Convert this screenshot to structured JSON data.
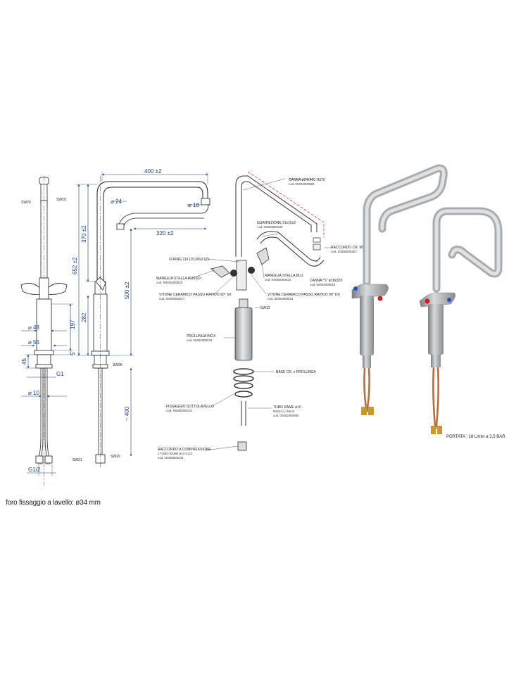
{
  "footer_note": "foro fissaggio a lavello: ø34 mm",
  "flow_note": "PORTATA : 18 L/min a 3,5 BAR",
  "front_view": {
    "dims": {
      "d48": "48",
      "d55": "55",
      "d10": "10",
      "h197": "197",
      "h5": "5",
      "h45": "45",
      "g1": "G1",
      "g12": "G1/2"
    },
    "labels": {
      "sw29_left": "SW29",
      "sw29_right": "SW29",
      "sw21": "SW21"
    }
  },
  "side_view": {
    "dims": {
      "w400": "400 ±2",
      "d24": "24",
      "d18": "18",
      "w320": "320 ±2",
      "h370": "370 ±2",
      "h652": "652 ±2",
      "h500": "500 ±2",
      "h282": "282",
      "h400": "~ 400"
    },
    "labels": {
      "sw36": "SW36",
      "sw20": "SW20"
    }
  },
  "parts": {
    "canna": [
      "CANNA ø24x400 H370",
      "cod. 00404000026"
    ],
    "guarnizione": [
      "GUARNIZIONE 21x15x2",
      "cod. 00303000130"
    ],
    "raccordo_cr": [
      "RACCORDO CR. M22x1",
      "cod. Z04060002E7"
    ],
    "oring": "O-RING 119 (15.08x2,62)",
    "maniglia_rosso": [
      "MANIGLIA STELLA ROSSO",
      "cod. R0000000025"
    ],
    "maniglia_blu": [
      "MANIGLIA STELLA BLU",
      "cod. R0000000024"
    ],
    "canna_s": [
      "CANNA \"S\" ø18x320",
      "cod. 00402000010"
    ],
    "vitone_sx": [
      "VITONE CERAMICO PASSO RAPIDO 90° SX",
      "cod. 00304000017"
    ],
    "vitone_dx": [
      "VITONE CERAMICO PASSO RAPIDO 90° DX",
      "cod. 00304000013"
    ],
    "sw12": "SW12",
    "prolunga": [
      "PROLUNGA INOX",
      "cod. 00402000079"
    ],
    "base": "BASE CR. x PROLUNGA",
    "fissaggio": [
      "FISSAGGIO SOTTOLAVELLO",
      "cod. R0000000101"
    ],
    "tubo_rame": [
      "TUBO RAME ø10",
      "M10x1 L=60cm",
      "cod. 00402000080"
    ],
    "raccordo_comp": [
      "RACCORDO A COMPRESSIONE",
      "x TUBO RAME ø10 G1/2",
      "cod. 00406000243"
    ]
  },
  "colors": {
    "dimension": "#1a3a8a",
    "red_dashed": "#d42020",
    "line": "#222222",
    "metal_light": "#d8dadc",
    "metal_dark": "#8a8d90",
    "copper": "#b86a3a",
    "brass": "#c79a2a",
    "hot_red": "#d21e1e",
    "cold_blue": "#1e4fd2"
  }
}
